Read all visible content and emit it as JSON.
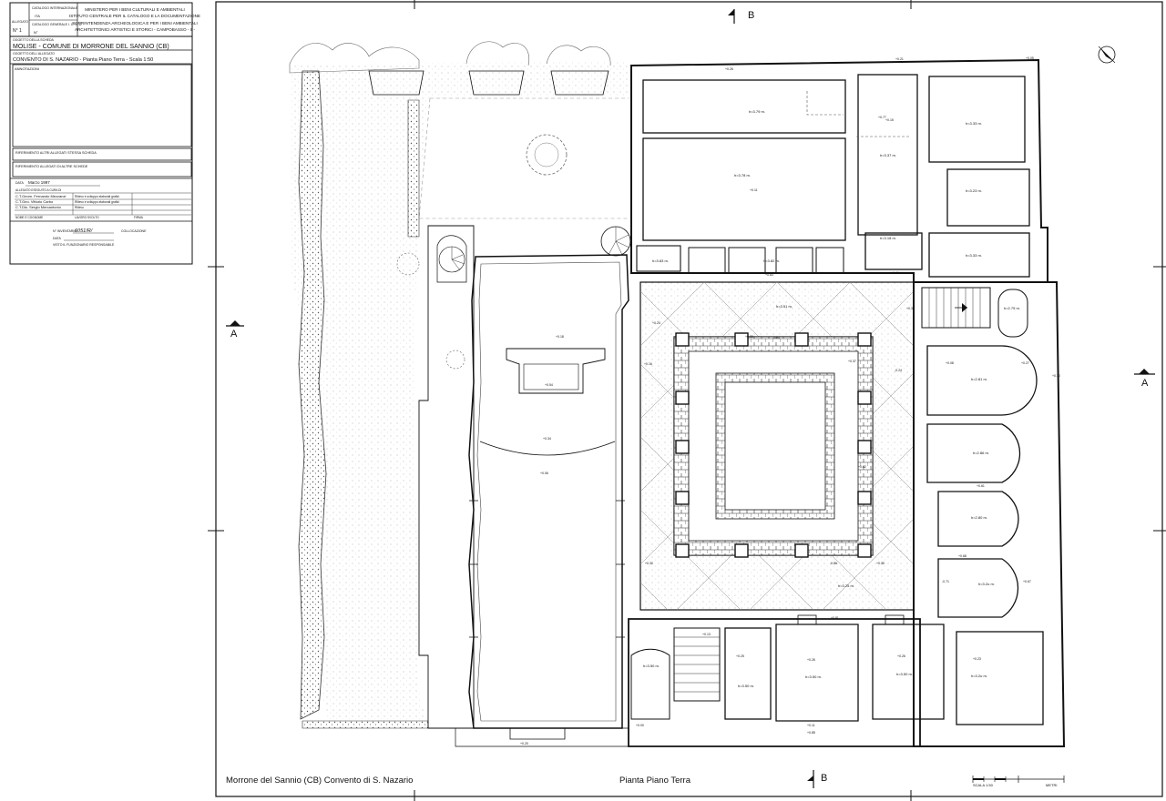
{
  "card": {
    "catalog_int_label": "CATALOGO INTERNAZIONALE",
    "catalog_int_value": "ITA",
    "allegato_label": "ALLEGATO",
    "allegato_value": "N° 1",
    "catalog_gen_label": "CATALOGO GENERALE I. C. C. D.",
    "catalog_gen_value": "N°",
    "ministry_lines": [
      "MINISTERO PER I BENI CULTURALI E AMBIENTALI",
      "ISTITUTO CENTRALE PER IL CATALOGO E LA DOCUMENTAZIONE",
      "SOPRINTENDENZA ARCHEOLOGICA E PER I BENI AMBIENTALI",
      "ARCHITETTONICI ARTISTICI E STORICI - CAMPOBASSO - II -"
    ],
    "scheda_label": "OGGETTO DELLA SCHEDA",
    "scheda_value": "MOLISE - COMUNE DI MORRONE DEL SANNIO (CB)",
    "allegato_obj_label": "OGGETTO DELL'ALLEGATO",
    "allegato_obj_value": "CONVENTO DI S. NAZARIO - Pianta Piano Terra - Scala 1:50",
    "annotazioni_label": "ANNOTAZIONI",
    "rif_stessa": "RIFERIMENTO ALTRI ALLEGATI STESSA SCHEDA",
    "rif_altre": "RIFERIMENTO ALLEGATI DI ALTRE SCHEDE",
    "data_label": "DATA",
    "data_value": "Marzo 1997",
    "eseguito_label": "ALLEGATO ESEGUITO A CURA DI",
    "authors": [
      {
        "name": "C.T.Geom. Fernando Mezzanzi",
        "role": "Rilievo e sviluppo elaborati grafici"
      },
      {
        "name": "C.T.Geo. Vittorio Carbo",
        "role": "Rilievo e sviluppo elaborati grafici"
      },
      {
        "name": "C.T.Dis. Sergio Mercantonio",
        "role": "Rilievo"
      }
    ],
    "nome_label": "NOME E COGNOME",
    "lavoro_label": "LAVORO SVOLTO",
    "firma_label": "FIRMA",
    "inventario_label": "N° INVENTARIO",
    "inventario_value": "6051/R/",
    "collocazione_label": "COLLOCAZIONE",
    "data2_label": "DATA",
    "visto_label": "VISTO IL FUNZIONARIO RESPONSABILE"
  },
  "drawing": {
    "section_b": "B",
    "section_a": "A",
    "rooms": [
      "h=3.79 m.",
      "h=3.78 m.",
      "h=3.33 m.",
      "h=3.23 m.",
      "h=3.37 m.",
      "h=3.18 m.",
      "h=3.33 m.",
      "h=3.83 m.",
      "h=3.82 m.",
      "h=3.51 m.",
      "h=2.75 m.",
      "h=2.81 m.",
      "h=2.86 m.",
      "h=2.80 m.",
      "h=3.2u m.",
      "h=3.50 m.",
      "h=3.50 m.",
      "h=3.50 m.",
      "h=3.2u m.",
      "h=3.50 m.",
      "h=3.25 m."
    ],
    "levels": [
      "+0.26",
      "+0.11",
      "+0.21",
      "+0.05",
      "+0.15",
      "+0.83",
      "+0.38",
      "+0.16",
      "-0.84",
      "-0.86",
      "+0.06",
      "+0.54",
      "-0.24",
      "+0.18",
      "+0.34",
      "+0.11",
      "+0.67",
      "-0.71",
      "+0.77",
      "+0.26",
      "+0.49",
      "+0.26",
      "+0.81",
      "+0.27",
      "+0.39",
      "+0.25",
      "+0.85",
      "+0.10",
      "+0.00",
      "+0.24",
      "+0.23",
      "+0.82",
      "+0.20",
      "+0.61",
      "+0.32",
      "+0.37",
      "+0.35",
      "+0.13",
      "+0.08",
      "+0.68"
    ],
    "footer_left": "Morrone del Sannio (CB)   Convento di S. Nazario",
    "footer_center": "Pianta Piano Terra",
    "scale_label": "SCALA 1:50",
    "scale_unit": "METRI"
  }
}
